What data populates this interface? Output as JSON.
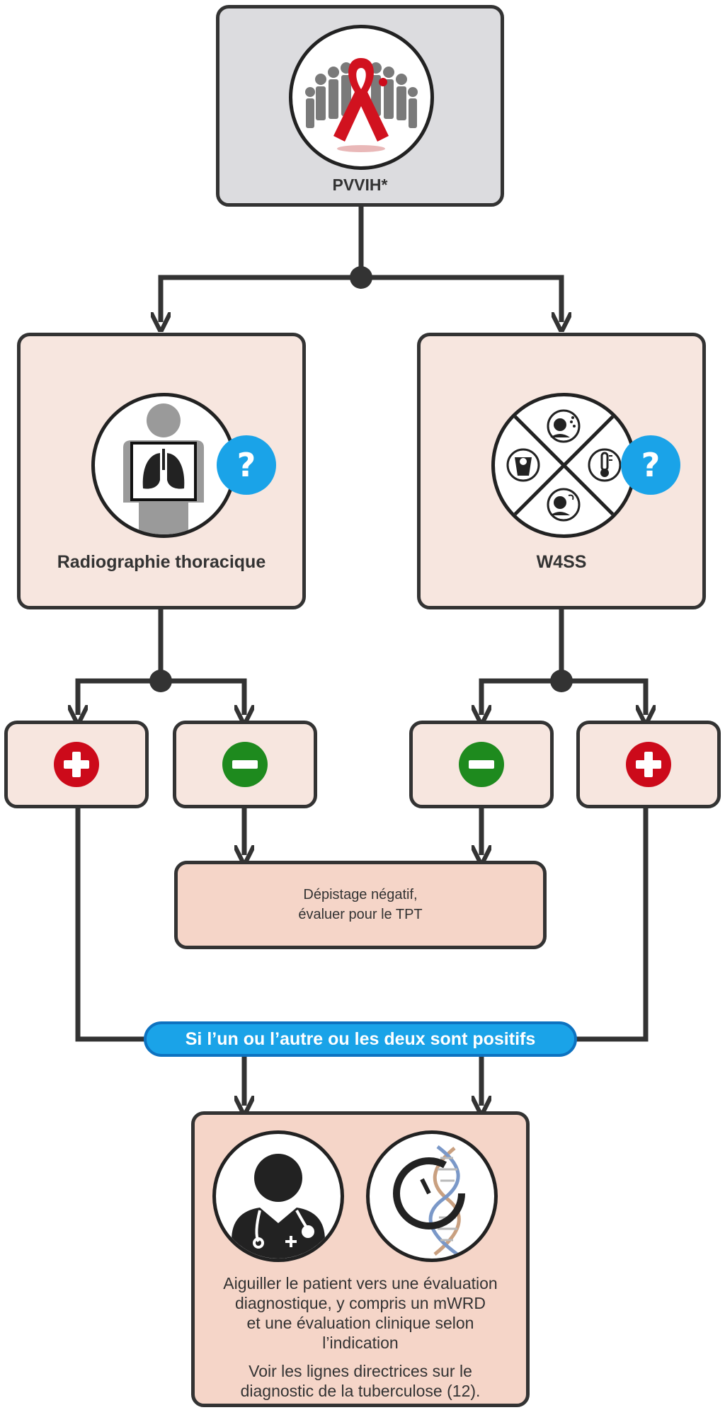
{
  "top": {
    "label": "PVVIH*",
    "icon": "hiv-ribbon-crowd-icon"
  },
  "left": {
    "label": "Radiographie thoracique",
    "icon": "chest-xray-icon",
    "badge": "?"
  },
  "right": {
    "label": "W4SS",
    "icon": "four-symptom-screen-icon",
    "badge": "?"
  },
  "results": {
    "xray_positive": "plus-icon",
    "xray_negative": "minus-icon",
    "w4ss_negative": "minus-icon",
    "w4ss_positive": "plus-icon"
  },
  "negative": {
    "line1": "Dépistage négatif,",
    "line2": "évaluer pour le TPT"
  },
  "connector_label": "Si l’un ou l’autre ou les deux sont positifs",
  "bottom": {
    "icons": [
      "doctor-stethoscope-icon",
      "dna-timer-icon"
    ],
    "line1": "Aiguiller le patient vers une évaluation",
    "line2": "diagnostique, y compris un mWRD",
    "line3": "et une évaluation clinique selon",
    "line4": "l’indication",
    "line5": "Voir les lignes directrices sur le",
    "line6": "diagnostic de la tuberculose (12)."
  },
  "colors": {
    "positive": "#cc0a1a",
    "negative": "#1e8a1e",
    "question_badge": "#1aa3e8",
    "connector": "#333333"
  }
}
